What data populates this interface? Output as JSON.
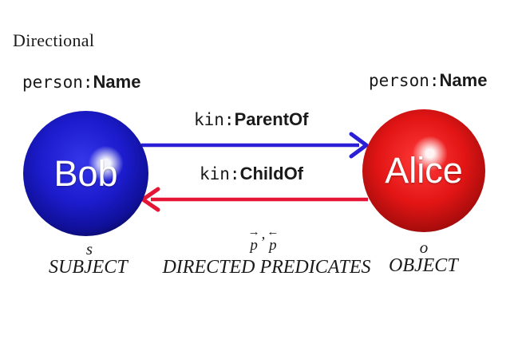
{
  "title": "Directional",
  "colors": {
    "arrow_blue": "#2a1ed6",
    "arrow_red": "#e51535",
    "node_blue": "#1c1ccd",
    "node_red": "#e31515",
    "node_text": "#ffffff",
    "text": "#1a1a1a"
  },
  "nodes": {
    "subject": {
      "type_prefix": "person:",
      "type_name": "Name",
      "name": "Bob",
      "role_symbol": "s",
      "role_label": "SUBJECT"
    },
    "object": {
      "type_prefix": "person:",
      "type_name": "Name",
      "name": "Alice",
      "role_symbol": "o",
      "role_label": "OBJECT"
    }
  },
  "edges": {
    "forward": {
      "prefix": "kin:",
      "label": "ParentOf"
    },
    "backward": {
      "prefix": "kin:",
      "label": "ChildOf"
    }
  },
  "predicates": {
    "arrow_forward": "→",
    "symbol_forward": "p",
    "comma": ",",
    "arrow_backward": "←",
    "symbol_backward": "p",
    "label": "DIRECTED PREDICATES"
  }
}
